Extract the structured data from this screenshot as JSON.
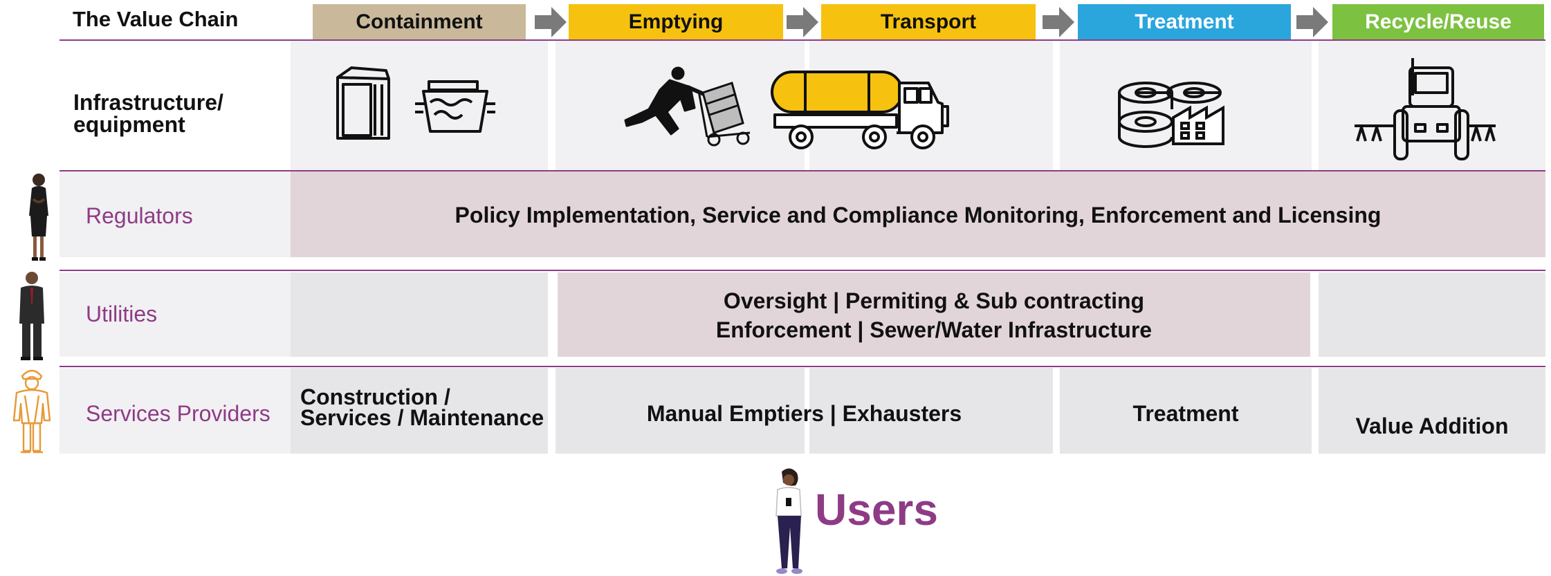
{
  "header": {
    "title": "The Value Chain"
  },
  "stages": [
    {
      "label": "Containment",
      "color": "#c9b99a",
      "text_color": "#111111"
    },
    {
      "label": "Emptying",
      "color": "#f6c20f",
      "text_color": "#111111"
    },
    {
      "label": "Transport",
      "color": "#f6c20f",
      "text_color": "#111111"
    },
    {
      "label": "Treatment",
      "color": "#2aa6dd",
      "text_color": "#ffffff"
    },
    {
      "label": "Recycle/Reuse",
      "color": "#7dc141",
      "text_color": "#ffffff"
    }
  ],
  "rows": {
    "infrastructure": {
      "label": "Infrastructure/\nequipment"
    },
    "regulators": {
      "label": "Regulators",
      "text": "Policy Implementation, Service and Compliance Monitoring, Enforcement and Licensing"
    },
    "utilities": {
      "label": "Utilities",
      "line1": "Oversight | Permiting & Sub contracting",
      "line2": "Enforcement | Sewer/Water Infrastructure"
    },
    "services": {
      "label": "Services Providers",
      "containment_line1": "Construction /",
      "containment_line2": "Services / Maintenance",
      "emptying_transport": "Manual Emptiers | Exhausters",
      "treatment": "Treatment",
      "reuse": "Value Addition"
    }
  },
  "users": {
    "label": "Users"
  },
  "colors": {
    "accent": "#8e3b86",
    "cell_light": "#f1f0f2",
    "cell_gray": "#e6e5e8",
    "highlight": "#e2d5da",
    "arrow": "#7a7a7a"
  },
  "icons": [
    "outhouse-icon",
    "septic-tank-icon",
    "manual-emptier-icon",
    "tanker-truck-icon",
    "treatment-plant-icon",
    "tractor-icon",
    "regulator-person-icon",
    "utility-person-icon",
    "service-provider-person-icon",
    "user-person-icon"
  ]
}
